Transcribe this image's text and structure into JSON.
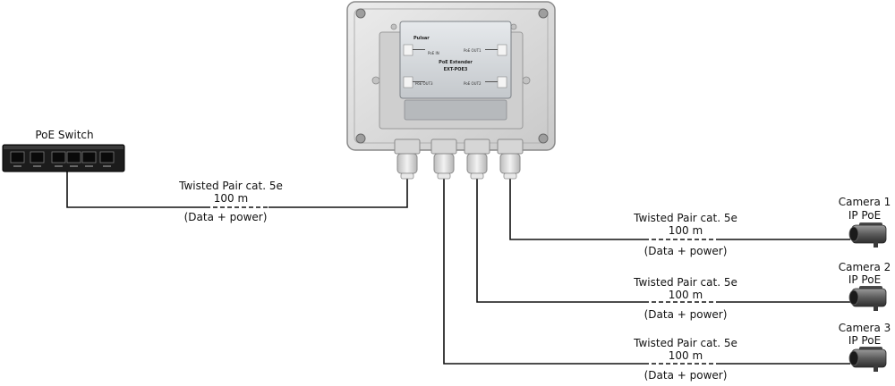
{
  "switch": {
    "title": "PoE Switch"
  },
  "extender": {
    "brand": "Pulsar",
    "name": "PoE Extender",
    "model": "EXT-POE3",
    "port_in": "PoE IN",
    "port_out1": "PoE OUT1",
    "port_out2": "PoE OUT2",
    "port_out3": "PoE OUT3"
  },
  "links": [
    {
      "cable": "Twisted Pair cat. 5e",
      "length": "100 m",
      "note": "(Data + power)"
    },
    {
      "cable": "Twisted Pair cat. 5e",
      "length": "100 m",
      "note": "(Data + power)"
    },
    {
      "cable": "Twisted Pair cat. 5e",
      "length": "100 m",
      "note": "(Data + power)"
    },
    {
      "cable": "Twisted Pair cat. 5e",
      "length": "100 m",
      "note": "(Data + power)"
    }
  ],
  "cameras": [
    {
      "name": "Camera 1",
      "type": "IP PoE"
    },
    {
      "name": "Camera 2",
      "type": "IP PoE"
    },
    {
      "name": "Camera 3",
      "type": "IP PoE"
    }
  ],
  "colors": {
    "cable": "#111111",
    "enclosure": "#dcdcdc",
    "switch_body": "#1c1c1c"
  }
}
